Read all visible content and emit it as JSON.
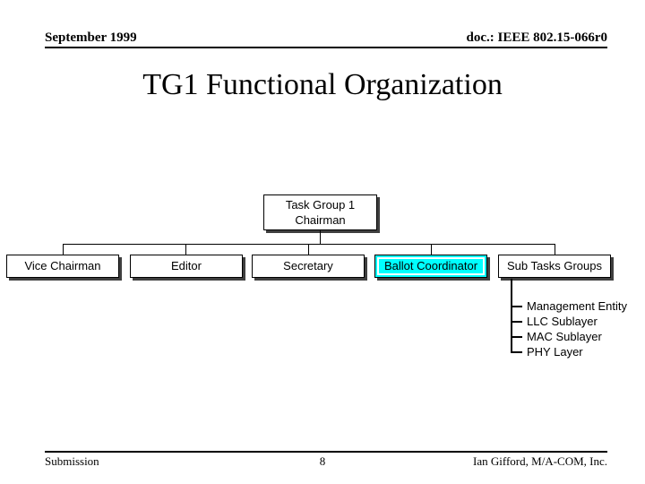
{
  "header": {
    "date": "September 1999",
    "doc_number": "doc.: IEEE 802.15-066r0"
  },
  "slide": {
    "title": "TG1 Functional Organization"
  },
  "org_chart": {
    "root": {
      "label": "Task Group 1\nChairman"
    },
    "children": [
      {
        "label": "Vice Chairman",
        "highlighted": false
      },
      {
        "label": "Editor",
        "highlighted": false
      },
      {
        "label": "Secretary",
        "highlighted": false
      },
      {
        "label": "Ballot Coordinator",
        "highlighted": true,
        "highlight_color": "#00ffff"
      },
      {
        "label": "Sub Tasks Groups",
        "highlighted": false
      }
    ],
    "sub_tasks": [
      "Management Entity",
      "LLC Sublayer",
      "MAC Sublayer",
      "PHY Layer"
    ],
    "shadow_color": "#3f3f3f"
  },
  "footer": {
    "left": "Submission",
    "page_number": "8",
    "right": "Ian Gifford, M/A-COM, Inc."
  }
}
